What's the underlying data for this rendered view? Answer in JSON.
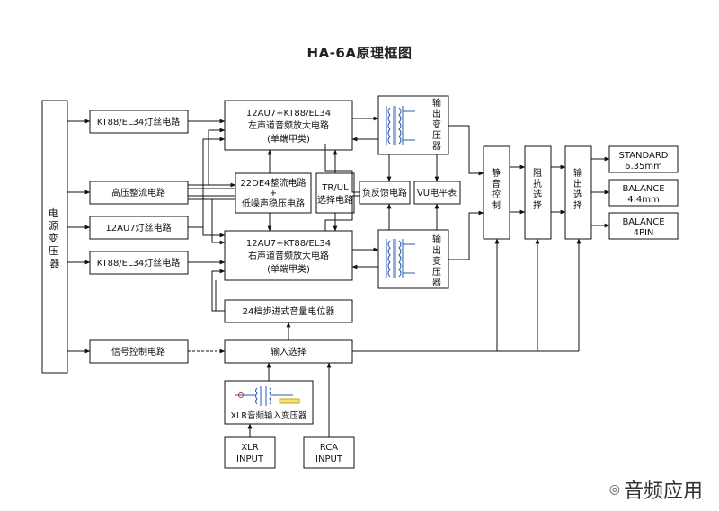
{
  "title": "HA-6A原理框图",
  "watermark": "音频应用",
  "blocks": {
    "power_transformer": "电源变压器",
    "kt88_filament_top": "KT88/EL34灯丝电路",
    "hv_rectifier": "高压整流电路",
    "au7_filament": "12AU7灯丝电路",
    "kt88_filament_bottom": "KT88/EL34灯丝电路",
    "signal_control": "信号控制电路",
    "left_amp": [
      "12AU7+KT88/EL34",
      "左声道音频放大电路",
      "(单端甲类)"
    ],
    "right_amp": [
      "12AU7+KT88/EL34",
      "右声道音频放大电路",
      "(单端甲类)"
    ],
    "rectifier_regulator": [
      "22DE4整流电路",
      "+",
      "低噪声稳压电路"
    ],
    "tr_ul": [
      "TR/UL",
      "选择电路"
    ],
    "negative_feedback": "负反馈电路",
    "vu_meter": "VU电平表",
    "output_transformer_top": "输出变压器",
    "output_transformer_bottom": "输出变压器",
    "mute_control": "静音控制",
    "impedance_select": "阻抗选择",
    "output_select": "输出选择",
    "volume_pot": "24档步进式音量电位器",
    "input_select": "输入选择",
    "xlr_transformer": "XLR音频输入变压器",
    "xlr_input": [
      "XLR",
      "INPUT"
    ],
    "rca_input": [
      "RCA",
      "INPUT"
    ],
    "standard": [
      "STANDARD",
      "6.35mm"
    ],
    "balance_44": [
      "BALANCE",
      "4.4mm"
    ],
    "balance_4pin": [
      "BALANCE",
      "4PIN"
    ]
  }
}
